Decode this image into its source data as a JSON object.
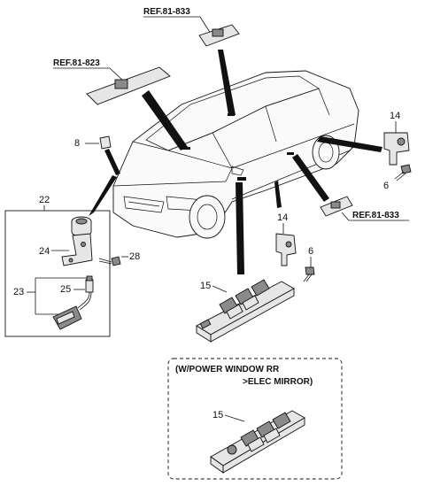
{
  "refs": {
    "top": "REF.81-833",
    "left": "REF.81-823",
    "right": "REF.81-833"
  },
  "callouts": {
    "p8": "8",
    "p14_upper": "14",
    "p6_upper": "6",
    "p22": "22",
    "p24": "24",
    "p28": "28",
    "p23": "23",
    "p25": "25",
    "p14_lower": "14",
    "p6_lower": "6",
    "p15_main": "15",
    "p15_option": "15"
  },
  "option_box": {
    "line1": "(W/POWER WINDOW RR",
    "line2": ">ELEC MIRROR)"
  }
}
